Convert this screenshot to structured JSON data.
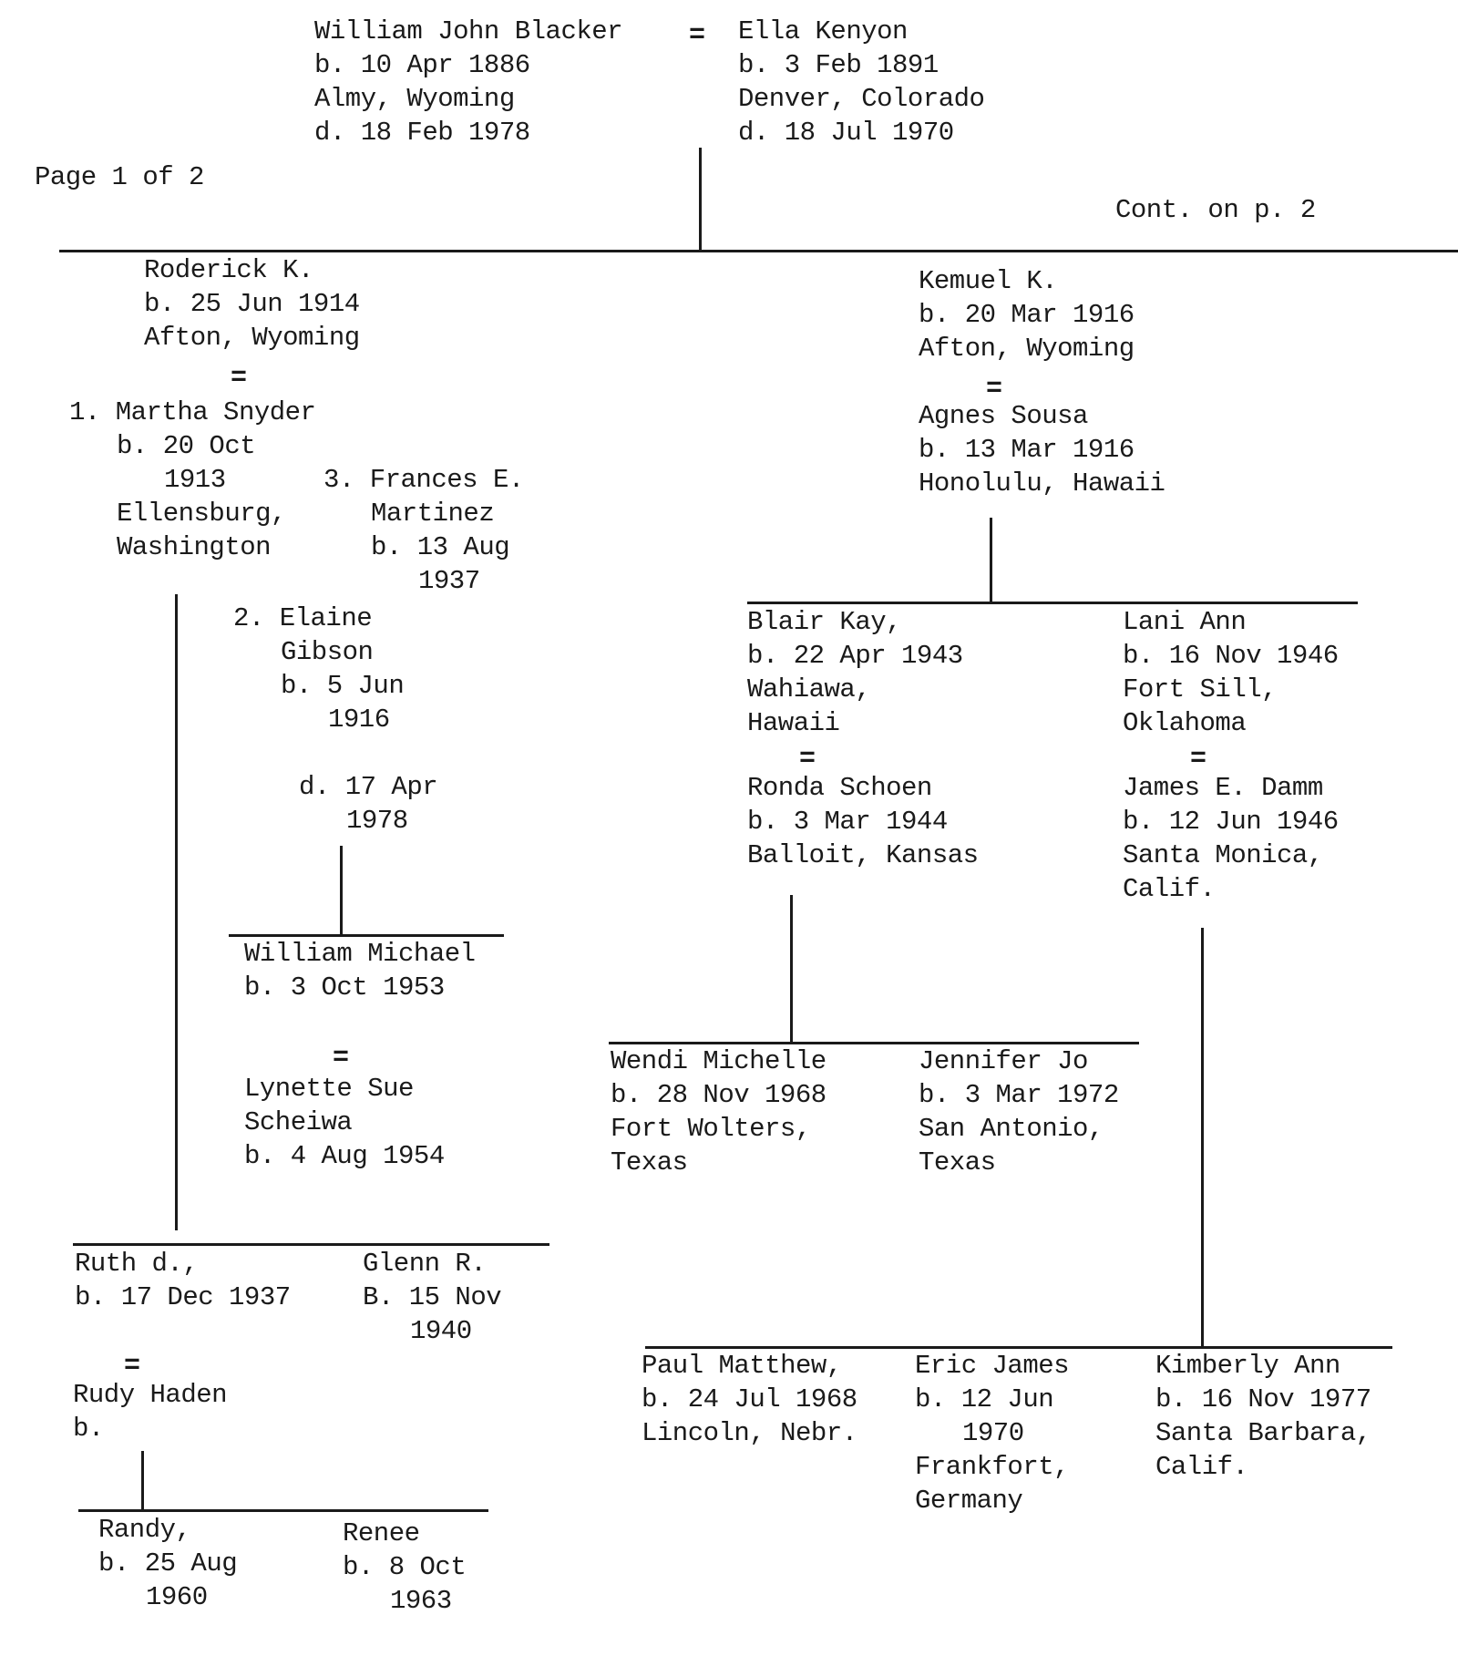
{
  "page_label": "Page 1 of 2",
  "continuation_label": "Cont. on p. 2",
  "marriage_symbol": "=",
  "root_couple": {
    "husband": {
      "name": "William John Blacker",
      "birth": "b. 10 Apr 1886",
      "place": "Almy, Wyoming",
      "death": "d. 18 Feb 1978"
    },
    "wife": {
      "name": "Ella Kenyon",
      "birth": "b. 3 Feb 1891",
      "place": "Denver, Colorado",
      "death": "d. 18 Jul 1970"
    }
  },
  "roderick": {
    "name": "Roderick K.",
    "birth": "b. 25 Jun 1914",
    "place": "Afton, Wyoming",
    "spouses": [
      {
        "num": "1.",
        "name": "Martha Snyder",
        "birth_a": "b. 20 Oct",
        "birth_b": "1913",
        "place_a": "Ellensburg,",
        "place_b": "Washington"
      },
      {
        "num": "2.",
        "name_a": "Elaine",
        "name_b": "Gibson",
        "birth_a": "b. 5 Jun",
        "birth_b": "1916",
        "death_a": "d. 17 Apr",
        "death_b": "1978"
      },
      {
        "num": "3.",
        "name_a": "Frances E.",
        "name_b": "Martinez",
        "birth_a": "b. 13 Aug",
        "birth_b": "1937"
      }
    ],
    "children_martha": [
      {
        "name": "Ruth d.,",
        "birth": "b. 17 Dec 1937",
        "spouse": {
          "name": "Rudy Haden",
          "birth": "b."
        },
        "children": [
          {
            "name": "Randy,",
            "birth_a": "b. 25 Aug",
            "birth_b": "1960"
          },
          {
            "name": "Renee",
            "birth_a": "b. 8 Oct",
            "birth_b": "1963"
          }
        ]
      },
      {
        "name": "Glenn R.",
        "birth_a": "B. 15 Nov",
        "birth_b": "1940"
      }
    ],
    "child_elaine": {
      "name": "William Michael",
      "birth": "b. 3 Oct 1953",
      "spouse": {
        "name_a": "Lynette Sue",
        "name_b": "Scheiwa",
        "birth": "b. 4 Aug 1954"
      }
    }
  },
  "kemuel": {
    "name": "Kemuel K.",
    "birth": "b. 20 Mar 1916",
    "place": "Afton, Wyoming",
    "spouse": {
      "name": "Agnes Sousa",
      "birth": "b. 13 Mar 1916",
      "place": "Honolulu, Hawaii"
    },
    "children": [
      {
        "name": "Blair Kay,",
        "birth": "b. 22 Apr 1943",
        "place_a": "Wahiawa,",
        "place_b": "Hawaii",
        "spouse": {
          "name": "Ronda Schoen",
          "birth": "b. 3 Mar 1944",
          "place": "Balloit, Kansas"
        },
        "children": [
          {
            "name": "Wendi Michelle",
            "birth": "b. 28 Nov 1968",
            "place_a": "Fort Wolters,",
            "place_b": "Texas"
          },
          {
            "name": "Jennifer Jo",
            "birth": "b. 3 Mar 1972",
            "place_a": "San Antonio,",
            "place_b": "Texas"
          }
        ]
      },
      {
        "name": "Lani Ann",
        "birth": "b. 16 Nov 1946",
        "place_a": "Fort Sill,",
        "place_b": "Oklahoma",
        "spouse": {
          "name": "James E. Damm",
          "birth": "b. 12 Jun 1946",
          "place_a": "Santa Monica,",
          "place_b": "Calif."
        },
        "children": [
          {
            "name": "Paul Matthew,",
            "birth": "b. 24 Jul 1968",
            "place": "Lincoln, Nebr."
          },
          {
            "name": "Eric James",
            "birth_a": "b. 12 Jun",
            "birth_b": "1970",
            "place_a": "Frankfort,",
            "place_b": "Germany"
          },
          {
            "name": "Kimberly Ann",
            "birth": "b. 16 Nov 1977",
            "place_a": "Santa Barbara,",
            "place_b": "Calif."
          }
        ]
      }
    ]
  }
}
